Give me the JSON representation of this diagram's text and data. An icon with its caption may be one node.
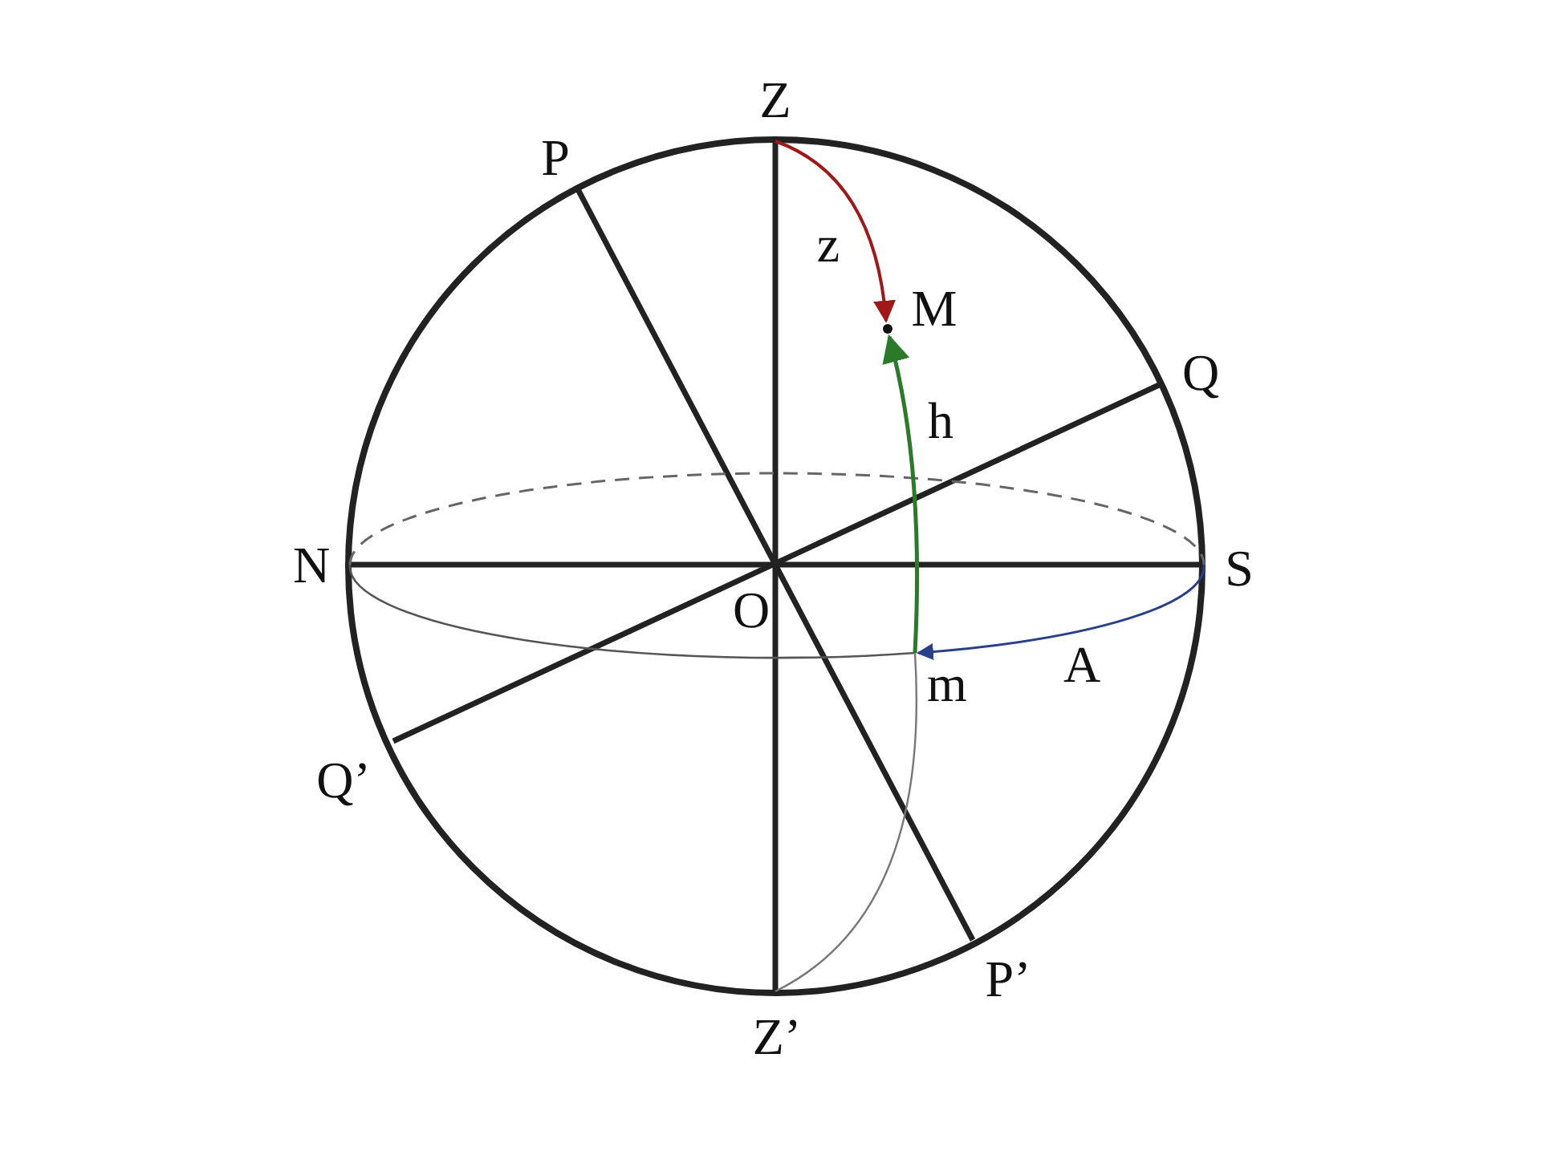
{
  "diagram": {
    "labels": [
      "Z",
      "P",
      "z",
      "M",
      "Q",
      "h",
      "N",
      "O",
      "S",
      "m",
      "A",
      "Q’",
      "Z’",
      "P’"
    ]
  }
}
